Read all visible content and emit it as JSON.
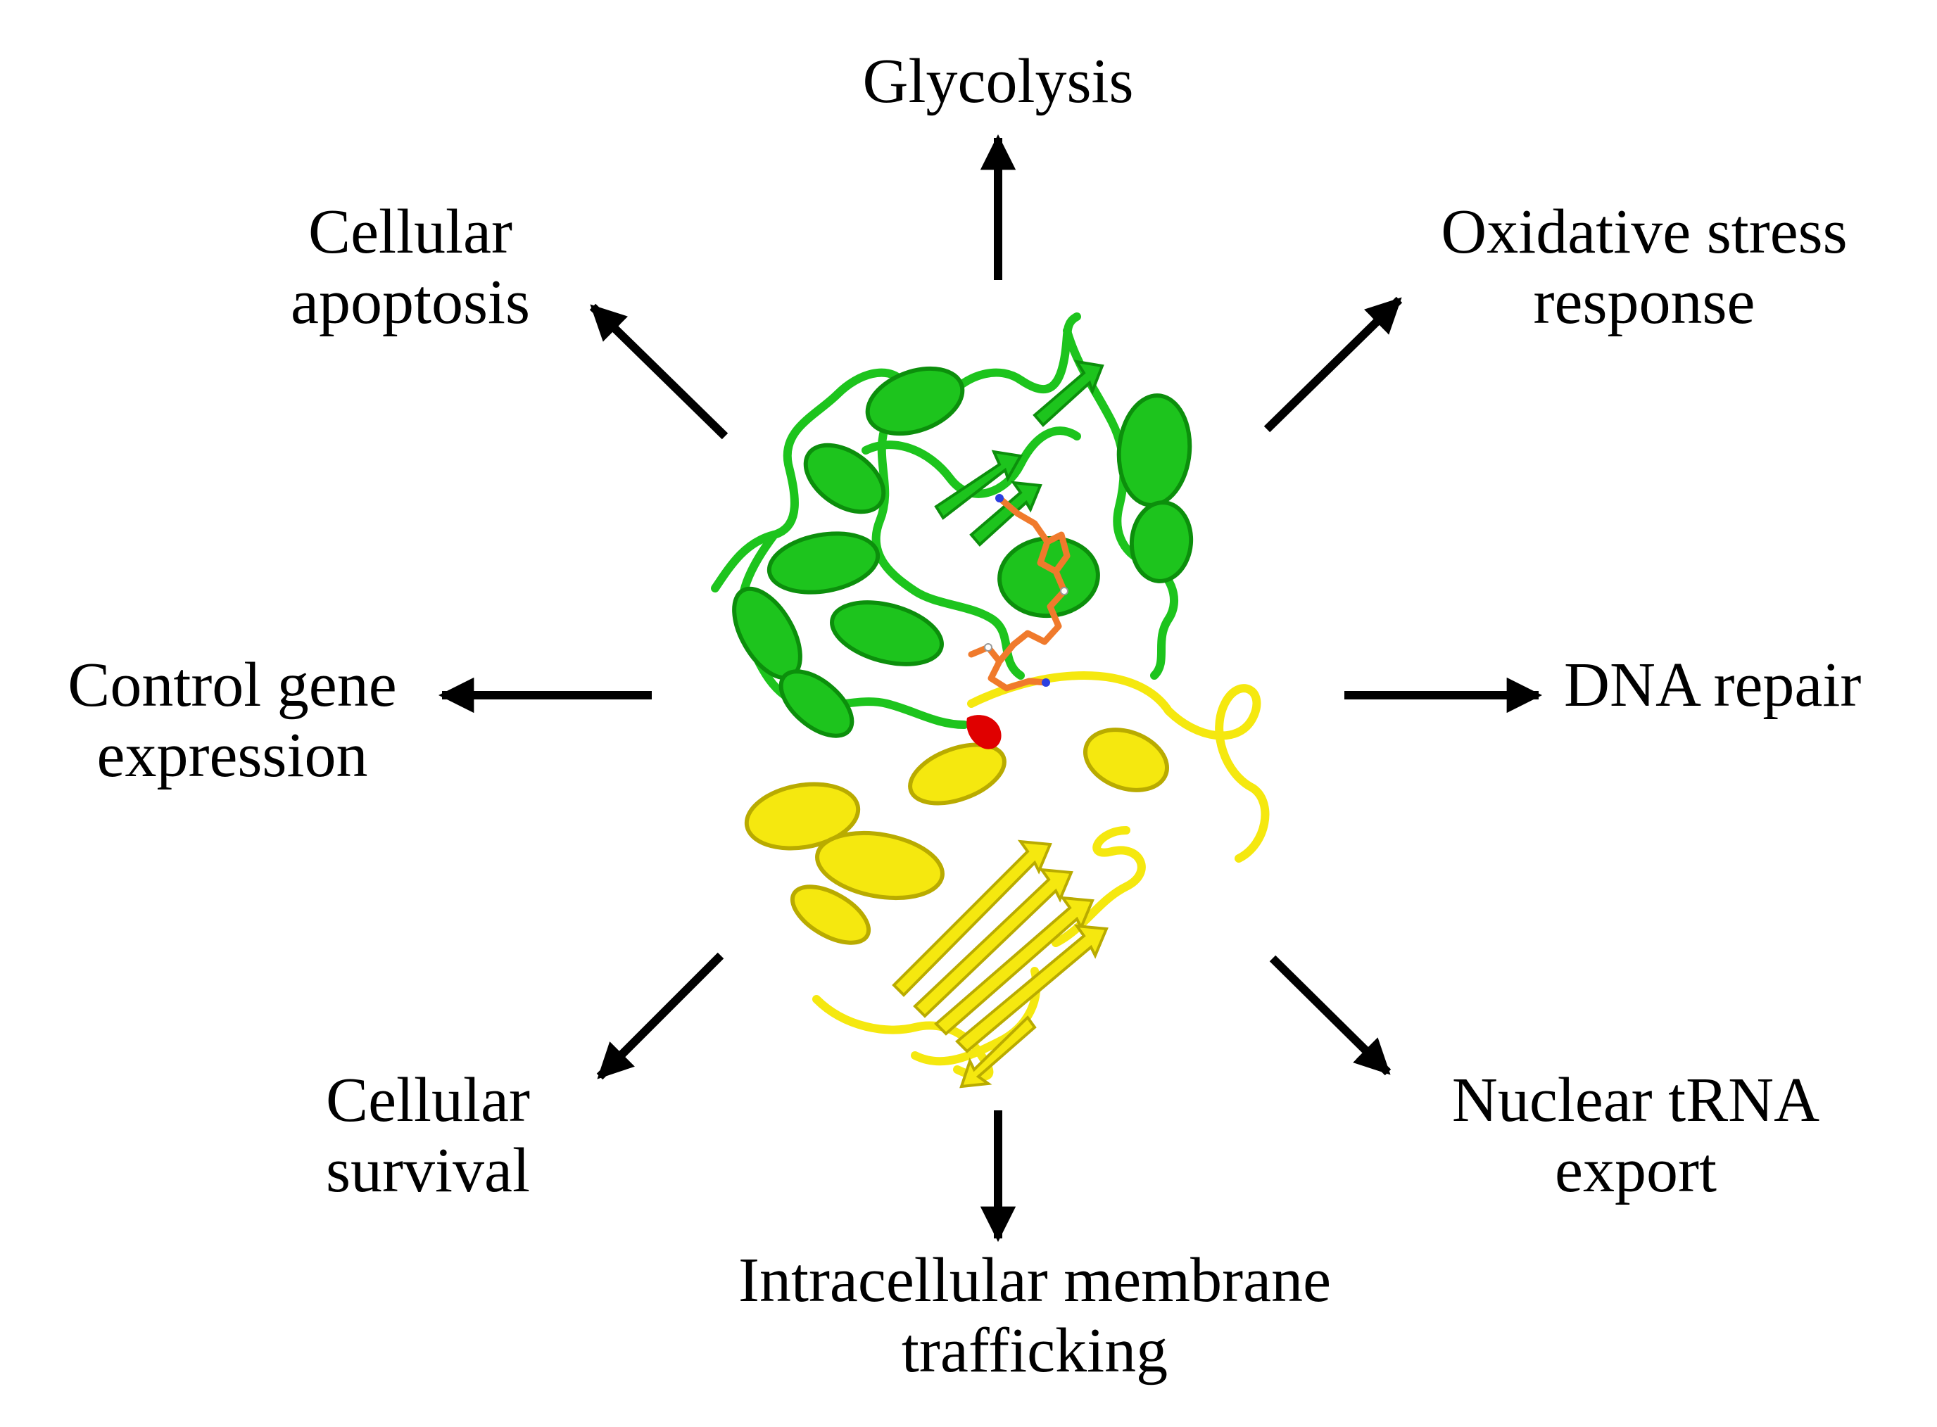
{
  "colors": {
    "top_domain": "#1dc41d",
    "top_domain_dark": "#0c8f0c",
    "bottom_domain": "#f5e80f",
    "bottom_domain_dark": "#b9ab00",
    "ligand": "#f07a2c",
    "marker": "#e00000",
    "arrow": "#000000",
    "text": "#000000"
  },
  "center_graphic": "protein-ribbon-structure",
  "functions": {
    "top": {
      "lines": [
        "Glycolysis"
      ]
    },
    "top_left": {
      "lines": [
        "Cellular",
        "apoptosis"
      ]
    },
    "top_right": {
      "lines": [
        "Oxidative stress",
        "response"
      ]
    },
    "left": {
      "lines": [
        "Control gene",
        "expression"
      ]
    },
    "right": {
      "lines": [
        "DNA repair"
      ]
    },
    "bottom_left": {
      "lines": [
        "Cellular",
        "survival"
      ]
    },
    "bottom_right": {
      "lines": [
        "Nuclear tRNA",
        "export"
      ]
    },
    "bottom": {
      "lines": [
        "Intracellular membrane",
        "trafficking"
      ]
    }
  }
}
